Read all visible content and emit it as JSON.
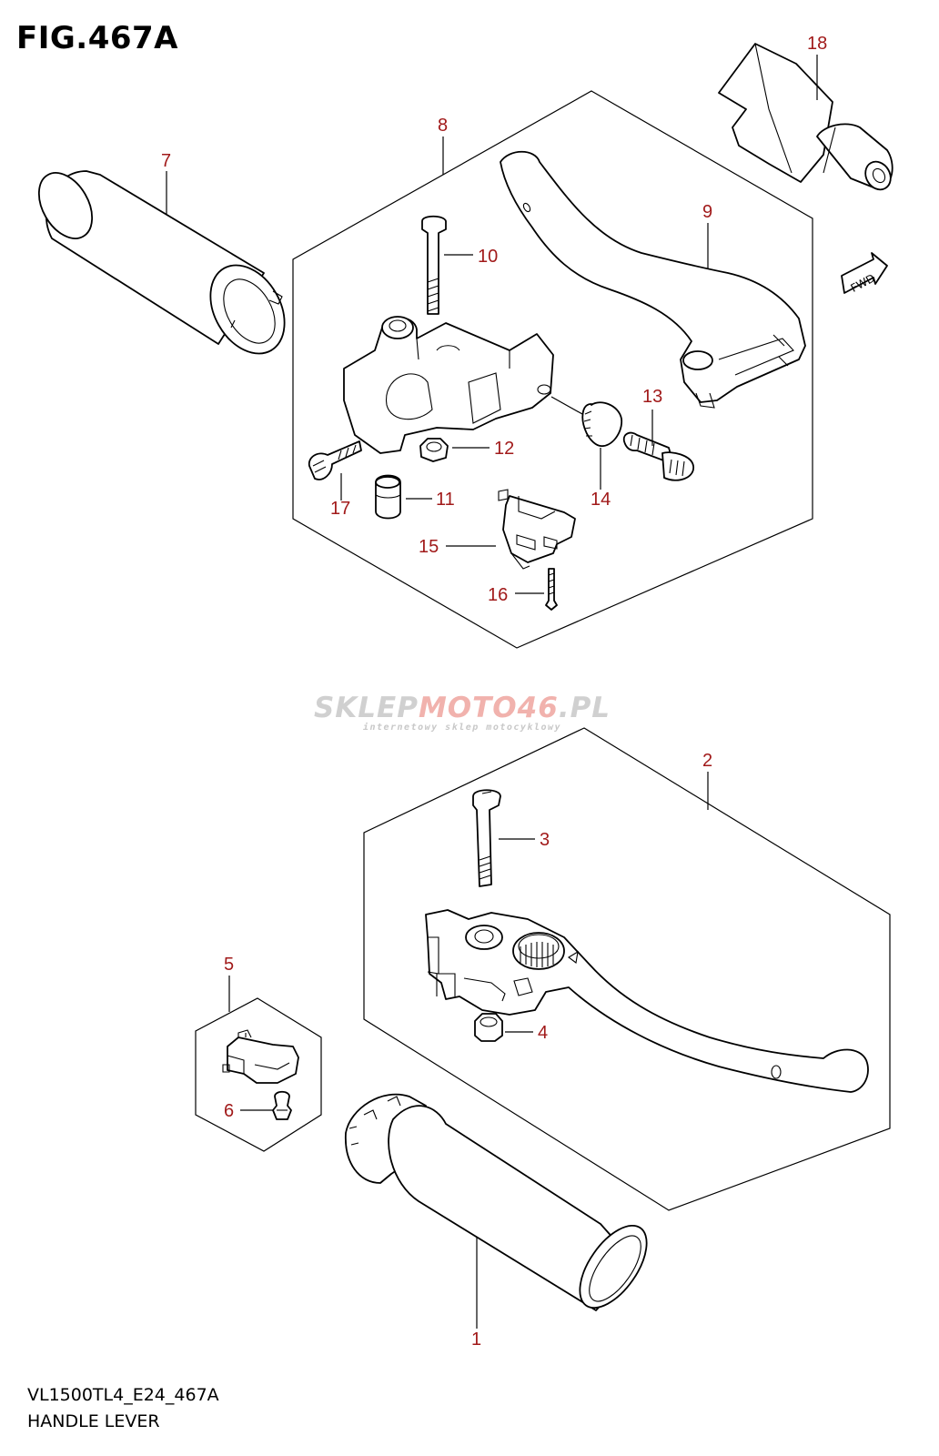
{
  "figure": {
    "title": "FIG.467A",
    "model_code": "VL1500TL4_E24_467A",
    "name": "HANDLE LEVER"
  },
  "watermark": {
    "brand_part1": "SKLEP",
    "brand_part2": "MOTO46",
    "brand_part3": ".PL",
    "tagline": "internetowy sklep motocyklowy"
  },
  "fwd_badge": "FWD",
  "callouts": [
    {
      "id": "c1",
      "label": "1"
    },
    {
      "id": "c2",
      "label": "2"
    },
    {
      "id": "c3",
      "label": "3"
    },
    {
      "id": "c4",
      "label": "4"
    },
    {
      "id": "c5",
      "label": "5"
    },
    {
      "id": "c6",
      "label": "6"
    },
    {
      "id": "c7",
      "label": "7"
    },
    {
      "id": "c8",
      "label": "8"
    },
    {
      "id": "c9",
      "label": "9"
    },
    {
      "id": "c10",
      "label": "10"
    },
    {
      "id": "c11",
      "label": "11"
    },
    {
      "id": "c12",
      "label": "12"
    },
    {
      "id": "c13",
      "label": "13"
    },
    {
      "id": "c14",
      "label": "14"
    },
    {
      "id": "c15",
      "label": "15"
    },
    {
      "id": "c16",
      "label": "16"
    },
    {
      "id": "c17",
      "label": "17"
    },
    {
      "id": "c18",
      "label": "18"
    }
  ],
  "colors": {
    "callout": "#a11a1a",
    "line": "#000000",
    "watermark_gray": "#d0d0d0",
    "watermark_red": "#f1b2ad"
  }
}
